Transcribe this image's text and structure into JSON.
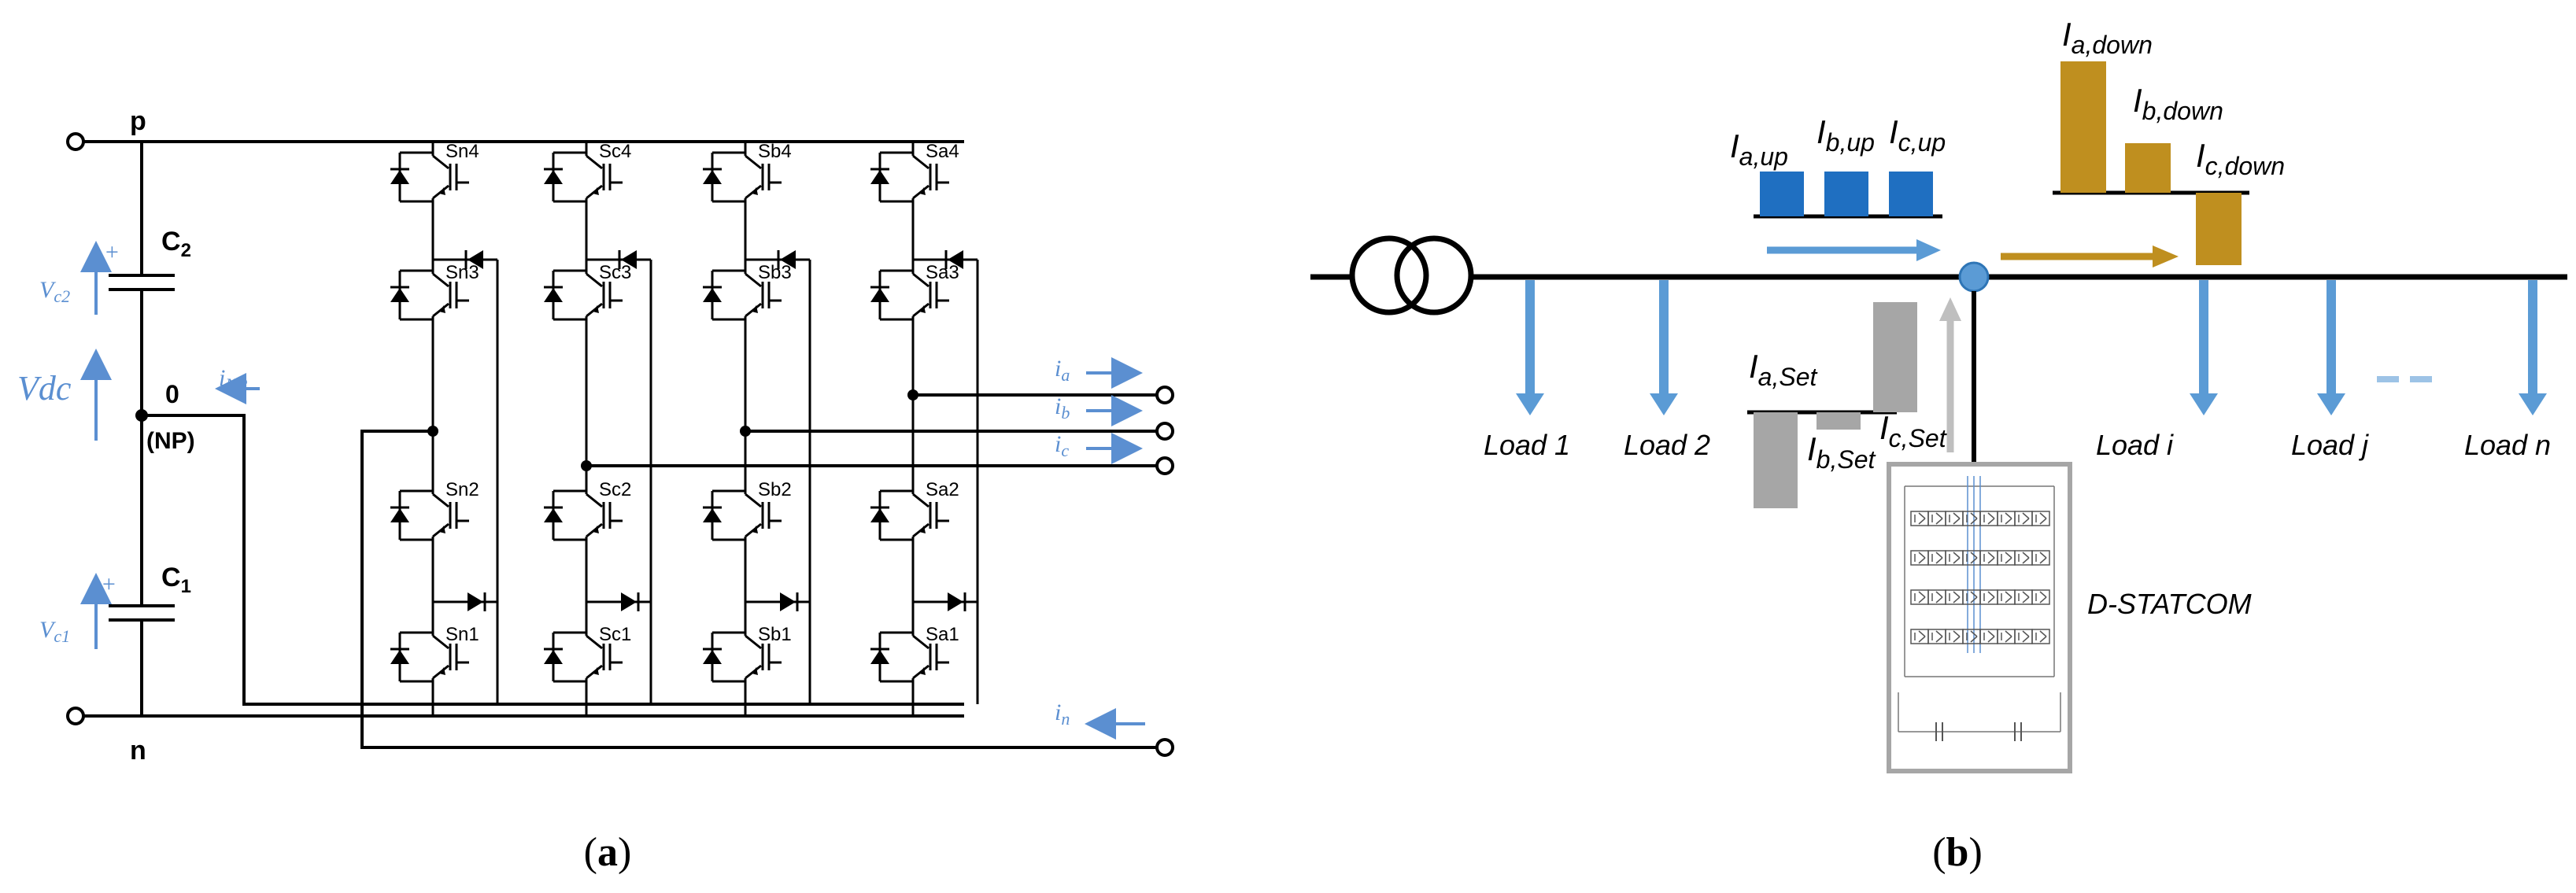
{
  "panel_a": {
    "caption": "(a)",
    "node_p": "p",
    "node_n": "n",
    "node_0": "0",
    "node_np": "(NP)",
    "c2": "C2",
    "c1": "C1",
    "vc2": "Vc2",
    "vc1": "Vc1",
    "vdc": "Vdc",
    "inp": "iNP",
    "plus": "+",
    "ia": "ia",
    "ib": "ib",
    "ic": "ic",
    "in": "in",
    "legs": [
      {
        "top": [
          "Sn4",
          "Sn3"
        ],
        "bottom": [
          "Sn2",
          "Sn1"
        ]
      },
      {
        "top": [
          "Sc4",
          "Sc3"
        ],
        "bottom": [
          "Sc2",
          "Sc1"
        ]
      },
      {
        "top": [
          "Sb4",
          "Sb3"
        ],
        "bottom": [
          "Sb2",
          "Sb1"
        ]
      },
      {
        "top": [
          "Sa4",
          "Sa3"
        ],
        "bottom": [
          "Sa2",
          "Sa1"
        ]
      }
    ]
  },
  "panel_b": {
    "caption": "(b)",
    "loads": [
      "Load 1",
      "Load 2",
      "Load i",
      "Load j",
      "Load n"
    ],
    "i_up": [
      "Ia,up",
      "Ib,up",
      "Ic,up"
    ],
    "i_down": [
      "Ia,down",
      "Ib,down",
      "Ic,down"
    ],
    "i_set": [
      "Ia,Set",
      "Ib,Set",
      "Ic,Set"
    ],
    "statcom": "D-STATCOM",
    "colors": {
      "blue": "#1f6fc1",
      "gold": "#bf8f1f",
      "gray": "#a6a6a6",
      "arrow_blue": "#5b9bd5"
    }
  }
}
